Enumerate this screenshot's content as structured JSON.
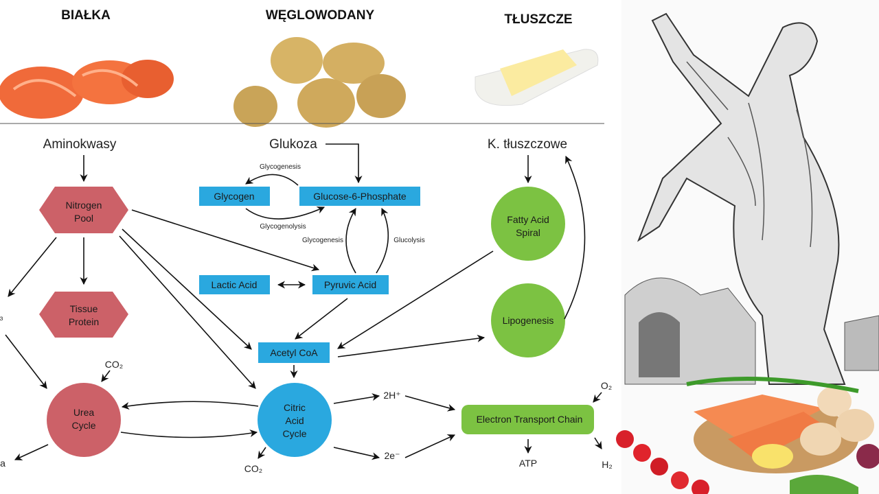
{
  "headers": {
    "proteins": "BIAŁKA",
    "carbs": "WĘGLOWODANY",
    "fats": "TŁUSZCZE"
  },
  "sources": {
    "amino": "Aminokwasy",
    "glucose": "Glukoza",
    "fatty": "K. tłuszczowe"
  },
  "nodes": {
    "nitrogen_pool": [
      "Nitrogen",
      "Pool"
    ],
    "tissue_protein": [
      "Tissue",
      "Protein"
    ],
    "urea_cycle": [
      "Urea",
      "Cycle"
    ],
    "glycogen": "Glycogen",
    "g6p": "Glucose-6-Phosphate",
    "lactic": "Lactic Acid",
    "pyruvic": "Pyruvic Acid",
    "acetyl": "Acetyl CoA",
    "citric": [
      "Citric",
      "Acid",
      "Cycle"
    ],
    "fatty_spiral": [
      "Fatty Acid",
      "Spiral"
    ],
    "lipogenesis": "Lipogenesis",
    "etc": "Electron Transport Chain"
  },
  "edge_labels": {
    "glycogenesis_top": "Glycogenesis",
    "glycogenolysis": "Glycogenolysis",
    "glycogenesis_side": "Glycogenesis",
    "glucolysis": "Glucolysis"
  },
  "molecules": {
    "co2_urea": "CO₂",
    "co2_citric": "CO₂",
    "h_plus": "2H⁺",
    "e_minus": "2e⁻",
    "o2": "O₂",
    "atp": "ATP",
    "h2o": "H₂",
    "nh3_cut": "₃",
    "urea_cut": "a"
  },
  "colors": {
    "protein": "#cc6168",
    "carb": "#2aa8df",
    "fat": "#7cc242"
  }
}
